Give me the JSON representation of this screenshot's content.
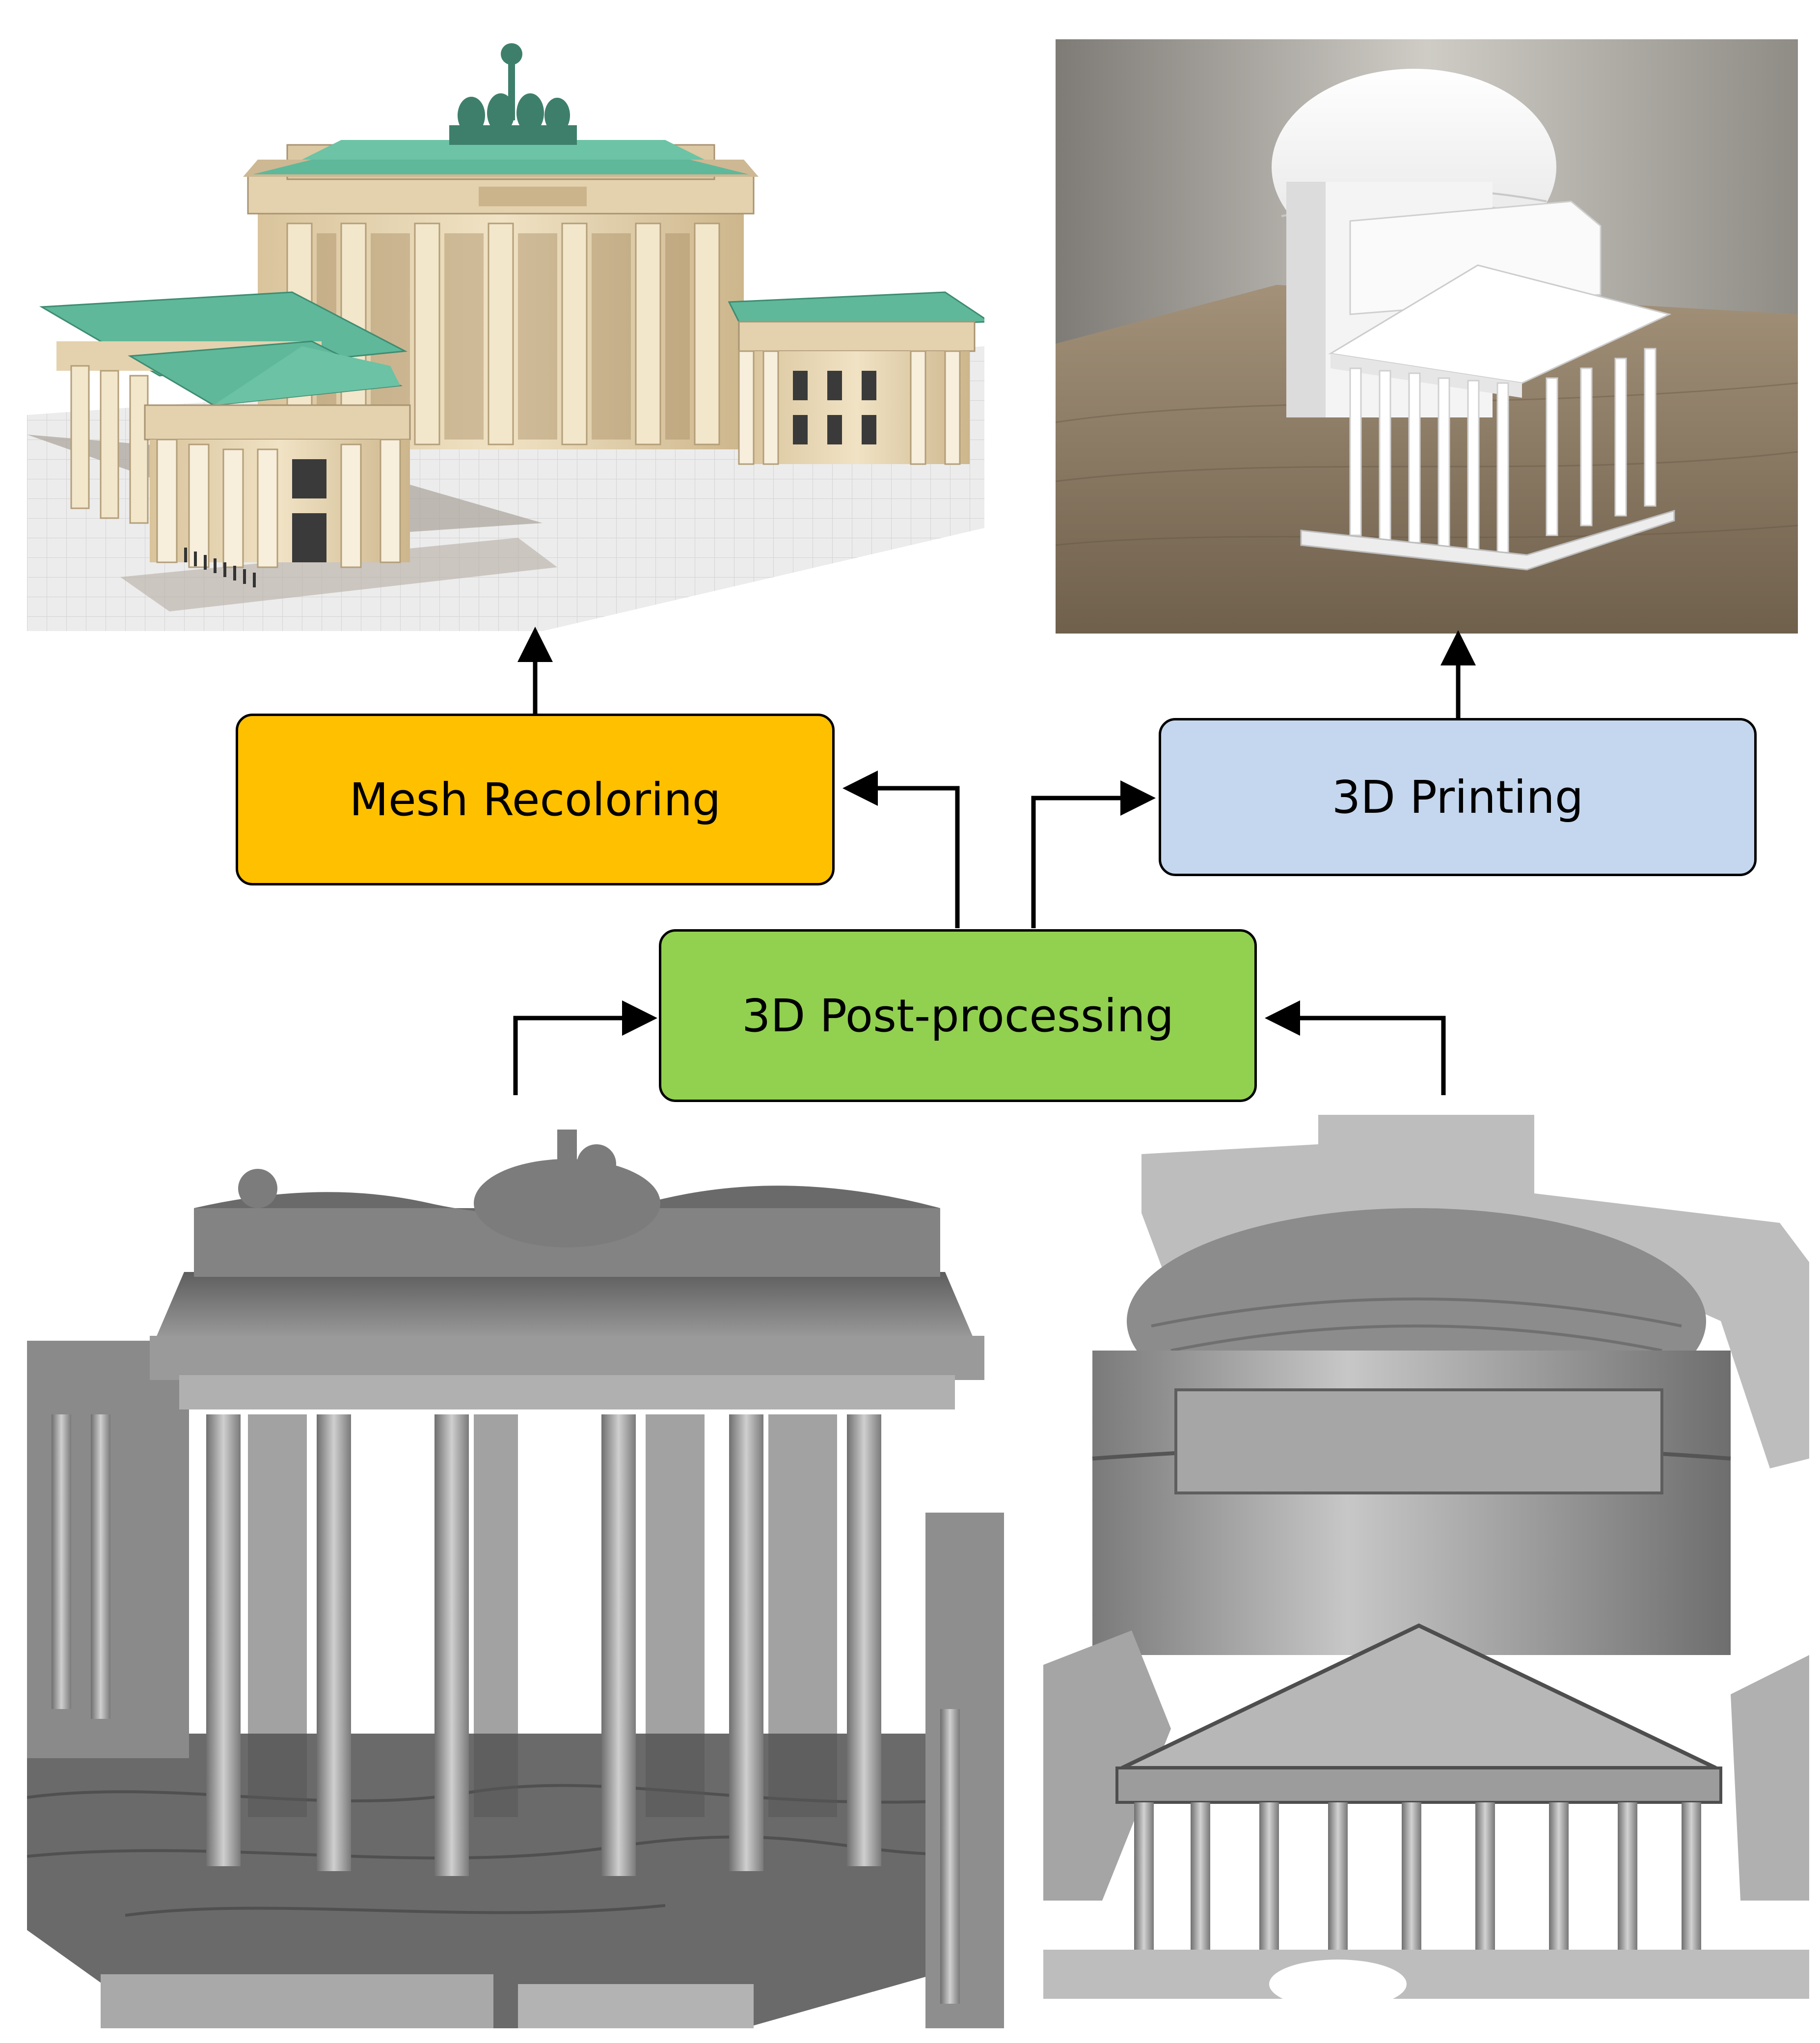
{
  "diagram": {
    "nodes": {
      "mesh_recoloring": "Mesh Recoloring",
      "printing": "3D Printing",
      "post_processing": "3D Post-processing"
    },
    "edges": [
      [
        "brandenburg-reconstruction",
        "post_processing"
      ],
      [
        "pantheon-reconstruction",
        "post_processing"
      ],
      [
        "post_processing",
        "mesh_recoloring"
      ],
      [
        "post_processing",
        "printing"
      ],
      [
        "mesh_recoloring",
        "brandenburg-colored-model"
      ],
      [
        "printing",
        "pantheon-3d-print-photo"
      ]
    ]
  },
  "colors": {
    "mesh_recoloring": "#FFC000",
    "printing": "#C5D7EE",
    "post_processing": "#92D050",
    "roof_green": "#5FB89A",
    "sandstone": "#E8D6B2",
    "table_wood": "#8E7C62",
    "mesh_gray": "#8A8A8A"
  },
  "images": {
    "top_left": "brandenburg-gate-colored-model",
    "top_right": "pantheon-3d-print-photo",
    "bottom_left": "brandenburg-gate-gray-mesh",
    "bottom_right": "pantheon-gray-mesh"
  }
}
